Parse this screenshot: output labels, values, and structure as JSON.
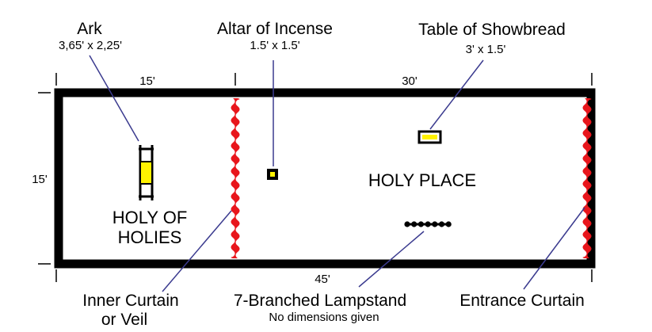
{
  "colors": {
    "wall": "#000000",
    "curtain": "#e8161c",
    "gold": "#fff200",
    "leader": "#3b3b8f"
  },
  "dimensions": {
    "holy_of_holies_width": "15'",
    "holy_place_width": "30'",
    "total_length": "45'",
    "height": "15'"
  },
  "rooms": {
    "holy_of_holies_line1": "HOLY OF",
    "holy_of_holies_line2": "HOLIES",
    "holy_place": "HOLY PLACE"
  },
  "labels": {
    "ark": {
      "title": "Ark",
      "size": "3,65' x 2,25'"
    },
    "altar": {
      "title": "Altar of Incense",
      "size": "1.5' x 1.5'"
    },
    "table": {
      "title": "Table of Showbread",
      "size": "3' x 1.5'"
    },
    "inner_curtain": {
      "line1": "Inner Curtain",
      "line2": "or Veil"
    },
    "lampstand": {
      "title": "7-Branched Lampstand",
      "note": "No dimensions given"
    },
    "entrance_curtain": {
      "title": "Entrance Curtain"
    }
  },
  "icons": {
    "ark": "ark-icon",
    "altar": "altar-icon",
    "table": "table-icon",
    "lampstand": "lampstand-icon"
  }
}
